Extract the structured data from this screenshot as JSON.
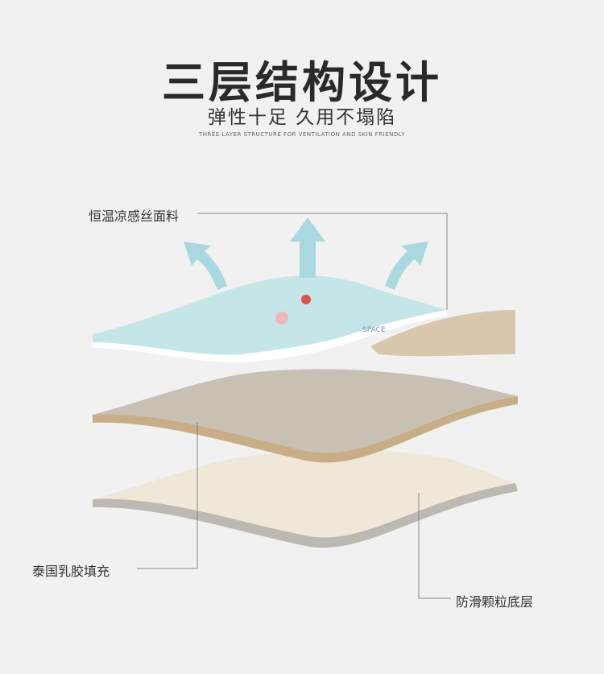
{
  "heading": {
    "title": "三层结构设计",
    "subtitle": "弹性十足 久用不塌陷",
    "english": "THREE LAYER STRUCTURE FOR VENTILATION AND SKIN FRIENDLY"
  },
  "layers": {
    "top_label": "恒温凉感丝面料",
    "middle_label": "泰国乳胶填充",
    "bottom_label": "防滑颗粒底层",
    "print_text": "SPACE"
  },
  "colors": {
    "top_fabric": "#c4e6e8",
    "middle_latex": "#c8c0b3",
    "bottom_base": "#efe7d8",
    "arrow": "#a9d9de",
    "leader_line": "#888888"
  }
}
